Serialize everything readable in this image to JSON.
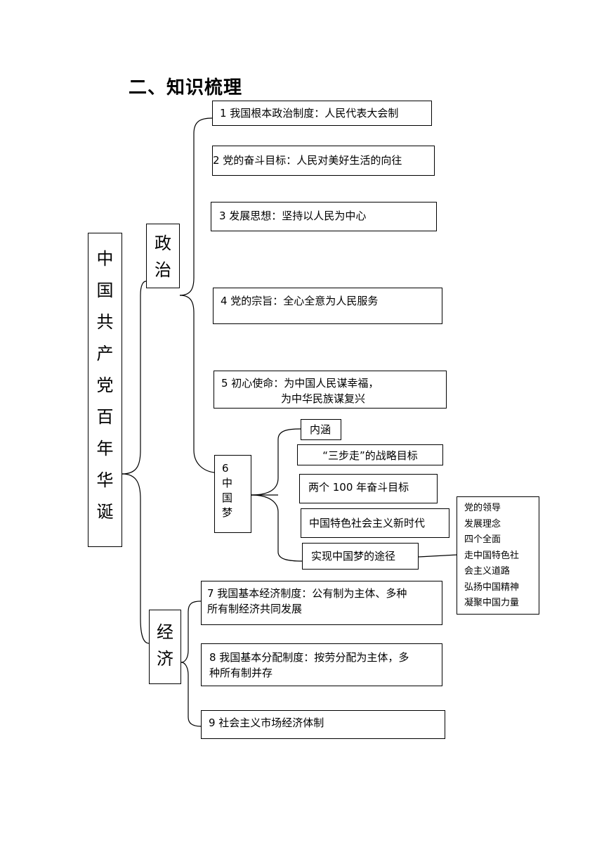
{
  "title": "二、知识梳理",
  "root": [
    "中",
    "国",
    "共",
    "产",
    "党",
    "百",
    "年",
    "华",
    "诞"
  ],
  "politics": {
    "label": [
      "政",
      "治"
    ]
  },
  "economy": {
    "label": [
      "经",
      "济"
    ]
  },
  "p1": "1 我国根本政治制度：人民代表大会制",
  "p2": "2 党的奋斗目标：人民对美好生活的向往",
  "p3": "3 发展思想：坚持以人民为中心",
  "p4": "4 党的宗旨：全心全意为人民服务",
  "p5": {
    "line1": "5 初心使命：为中国人民谋幸福，",
    "line2": "为中华民族谋复兴"
  },
  "dream": {
    "label": [
      "6",
      "中",
      "国",
      "梦"
    ]
  },
  "dream_items": [
    "内涵",
    "“三步走”的战略目标",
    "两个 100 年奋斗目标",
    "中国特色社会主义新时代",
    "实现中国梦的途径"
  ],
  "path_items": [
    "党的领导",
    "发展理念",
    "四个全面",
    "走中国特色社",
    "会主义道路",
    "弘扬中国精神",
    "凝聚中国力量"
  ],
  "e7": {
    "line1": "7 我国基本经济制度：公有制为主体、多种",
    "line2": "所有制经济共同发展"
  },
  "e8": {
    "line1": "8 我国基本分配制度：按劳分配为主体，多",
    "line2": "种所有制并存"
  },
  "e9": "9 社会主义市场经济体制"
}
